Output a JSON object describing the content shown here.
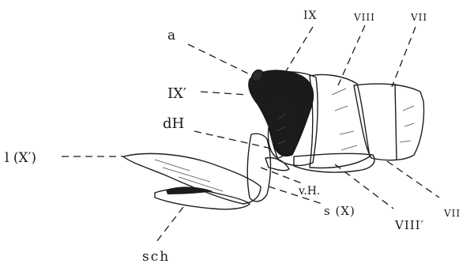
{
  "labels": {
    "a": "a",
    "ix": "IX",
    "viii": "VIII",
    "vii_top": "VII",
    "ix_prime": "IX′",
    "dh": "dH",
    "l_x": "l (X′)",
    "vh": "v.H.",
    "s_x": "s (X)",
    "viii_prime": "VIII′",
    "vii_bottom": "VII",
    "sch": "sch"
  },
  "colors": {
    "ink": "#1a1a1a",
    "dark_fill": "#1b1b1b",
    "pale_fill": "#d9d9d9",
    "background": "#ffffff"
  }
}
